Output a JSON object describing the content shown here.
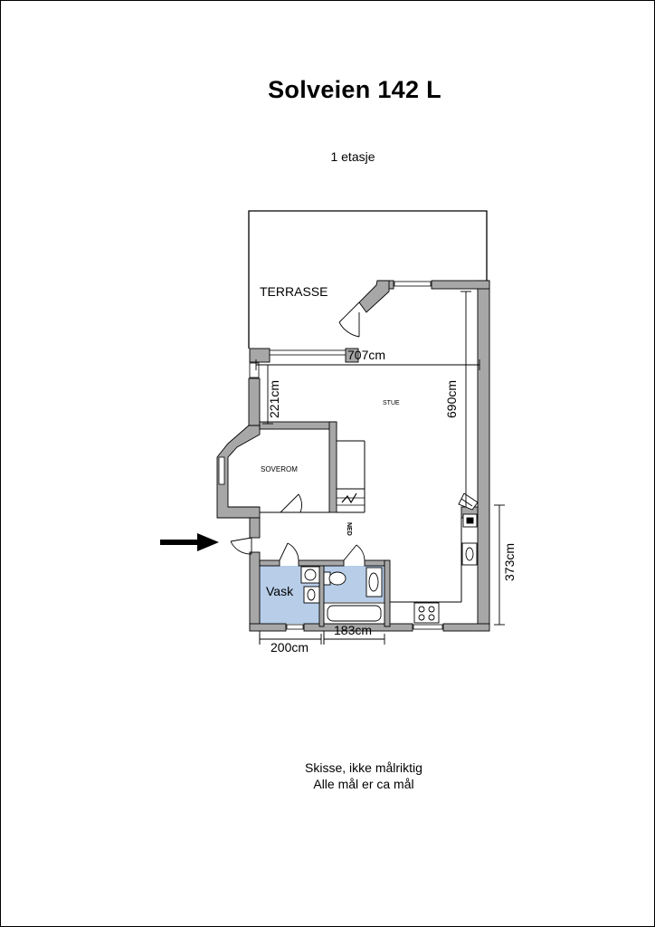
{
  "title": "Solveien 142 L",
  "floor": "1 etasje",
  "rooms": {
    "terrace": "TERRASSE",
    "living": "STUE",
    "bedroom": "SOVEROM",
    "laundry": "Vask",
    "stairs": "NED"
  },
  "dimensions": {
    "width_living": "707cm",
    "depth_living": "690cm",
    "bedroom_offset": "221cm",
    "kitchen": "373cm",
    "laundry_width": "200cm",
    "bath_width": "183cm"
  },
  "notes": {
    "line1": "Skisse, ikke målriktig",
    "line2": "Alle mål er ca mål"
  },
  "colors": {
    "wall": "#a7a7a7",
    "wet_room": "#b7cde8",
    "line": "#000000"
  },
  "icons": [
    "entrance-arrow-icon",
    "toilet-icon",
    "sink-icon",
    "bathtub-icon",
    "stove-icon",
    "washing-machine-icon",
    "door-swing-icon",
    "fireplace-icon"
  ]
}
